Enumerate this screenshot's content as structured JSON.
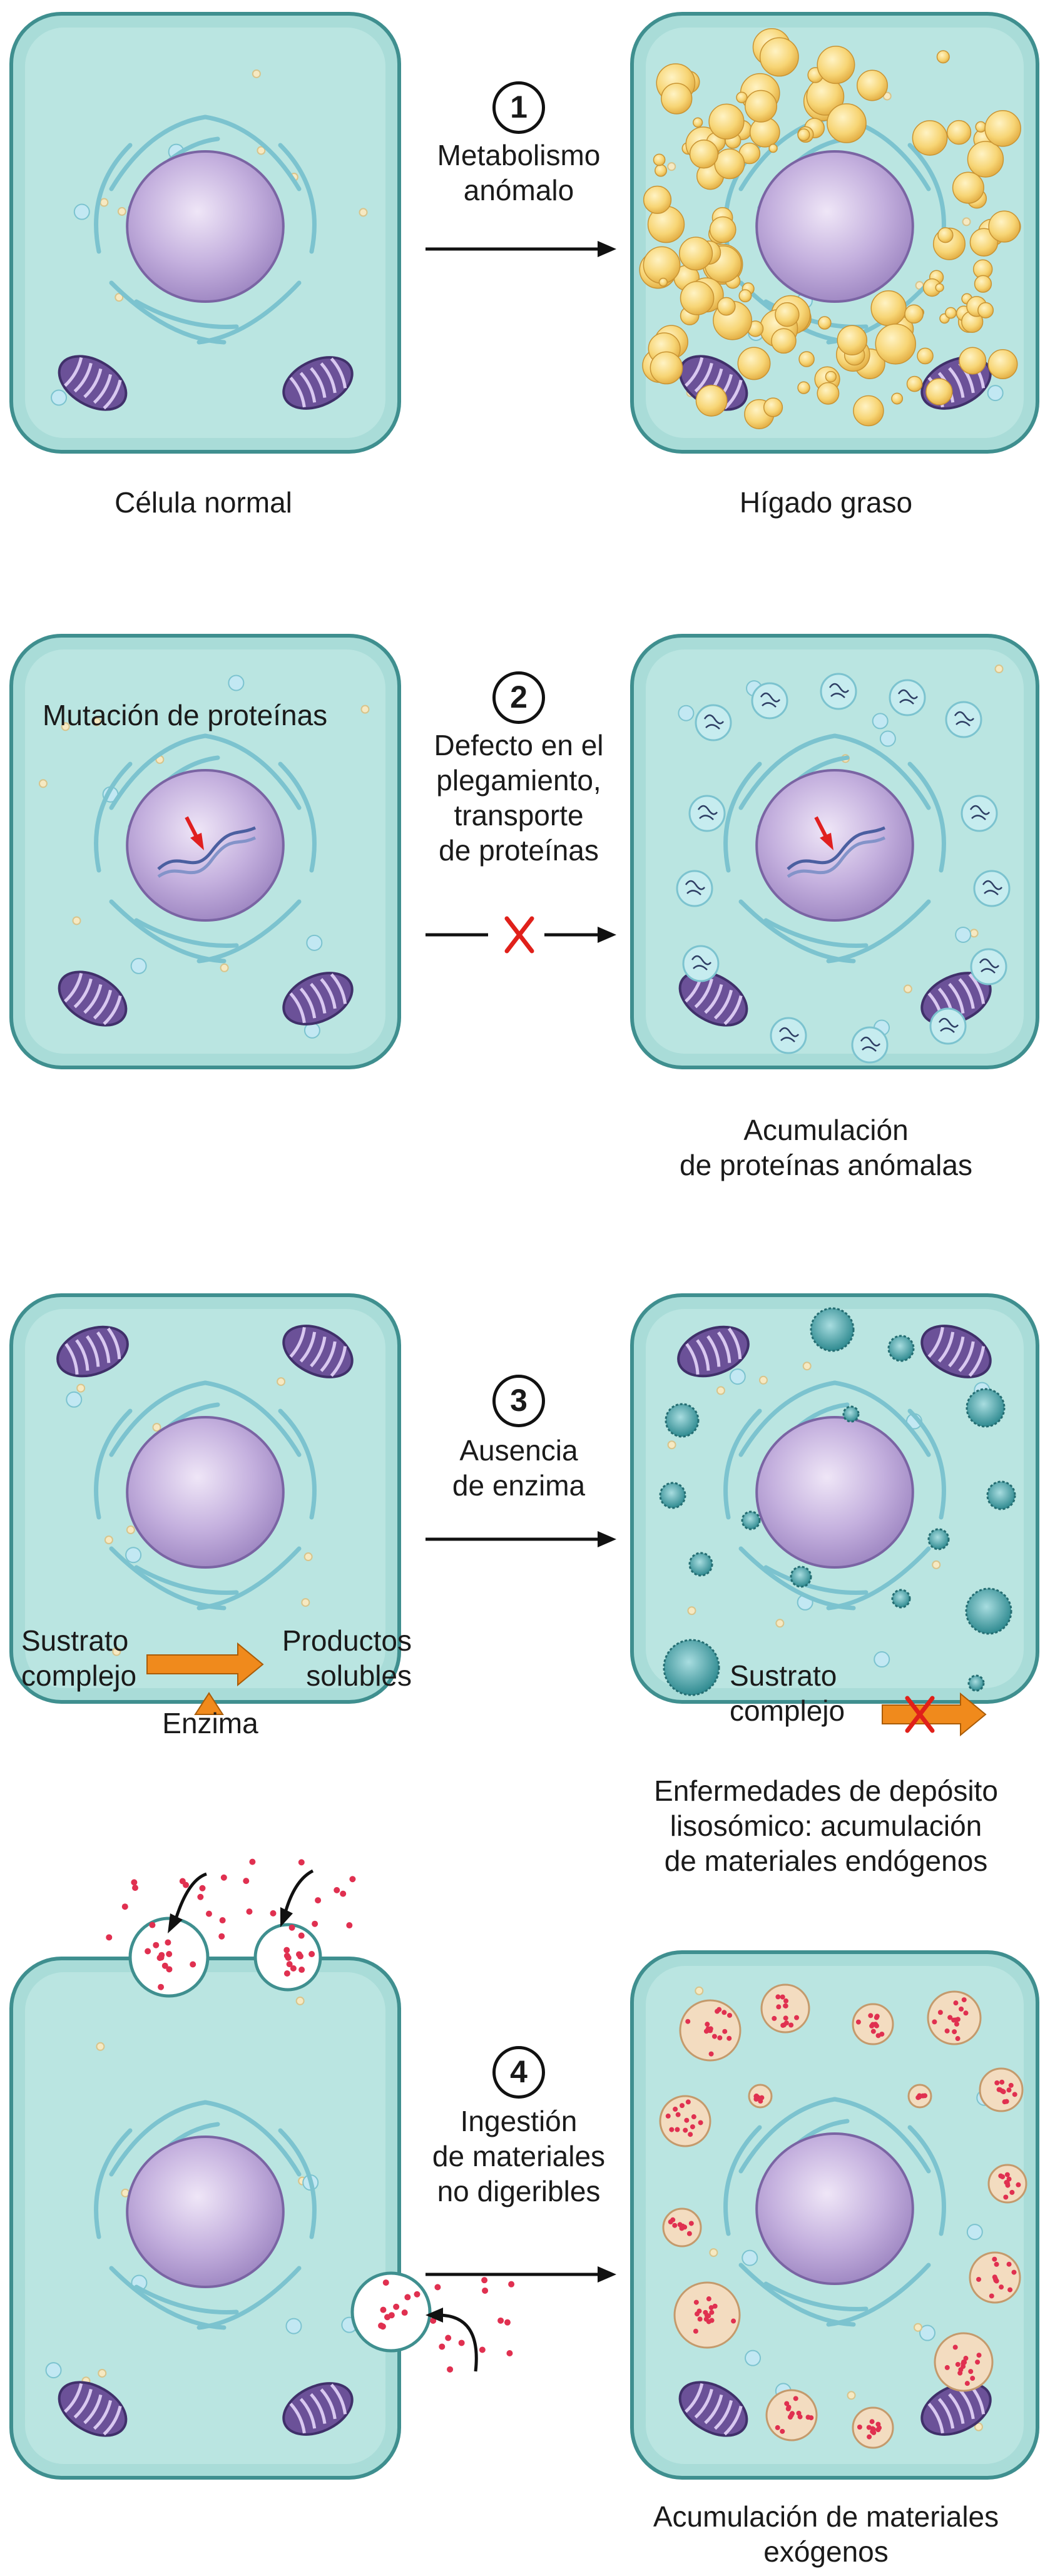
{
  "diagram": {
    "steps": [
      {
        "number": "1",
        "process": [
          "Metabolismo",
          "anómalo"
        ],
        "left_caption": [
          "Célula normal"
        ],
        "right_caption": [
          "Hígado graso"
        ]
      },
      {
        "number": "2",
        "process": [
          "Defecto en el",
          "plegamiento,",
          "transporte",
          "de proteínas"
        ],
        "left_inner": "Mutación de proteínas",
        "right_caption": [
          "Acumulación",
          "de proteínas anómalas"
        ]
      },
      {
        "number": "3",
        "process": [
          "Ausencia",
          "de enzima"
        ],
        "substrate_left": [
          "Sustrato",
          "complejo"
        ],
        "products": [
          "Productos",
          "solubles"
        ],
        "enzyme": "Enzima",
        "substrate_right": [
          "Sustrato",
          "complejo"
        ],
        "right_caption": [
          "Enfermedades de depósito",
          "lisosómico: acumulación",
          "de materiales endógenos"
        ]
      },
      {
        "number": "4",
        "process": [
          "Ingestión",
          "de materiales",
          "no digeribles"
        ],
        "right_caption": [
          "Acumulación de materiales",
          "exógenos"
        ]
      }
    ],
    "colors": {
      "cytoplasm": "#a9dcd8",
      "cell_border": "#3f8f8f",
      "nucleus": "#b9a4d3",
      "er": "#7cc3cf",
      "mitochondria": "#6b5198",
      "fat": "#f2c95c",
      "lysosome_endogenous": "#3e9a9f",
      "lysosome_exogenous": "#f3dcc0",
      "particle": "#e03050",
      "arrow_orange": "#f08a1c",
      "block_red": "#e0201a"
    }
  }
}
